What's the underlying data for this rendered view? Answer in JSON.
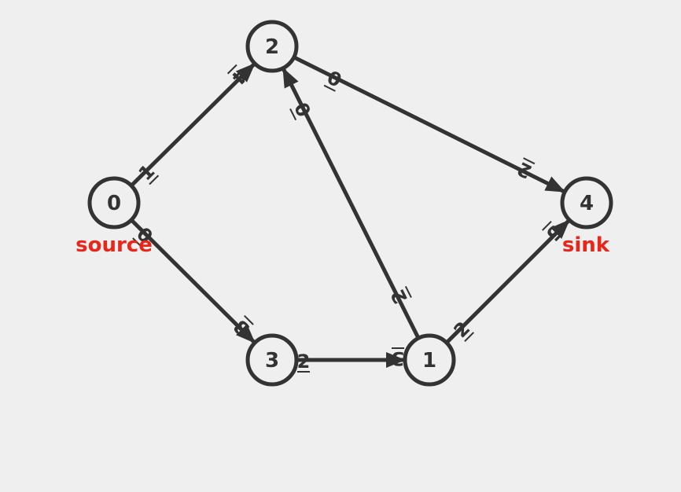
{
  "graph": {
    "nodes": [
      {
        "id": "0",
        "label": "0",
        "tag": "source"
      },
      {
        "id": "1",
        "label": "1",
        "tag": ""
      },
      {
        "id": "2",
        "label": "2",
        "tag": ""
      },
      {
        "id": "3",
        "label": "3",
        "tag": ""
      },
      {
        "id": "4",
        "label": "4",
        "tag": "sink"
      }
    ],
    "edges": [
      {
        "from": "0",
        "to": "2",
        "label": "1"
      },
      {
        "from": "2",
        "to": "0",
        "label": "4"
      },
      {
        "from": "0",
        "to": "3",
        "label": "0"
      },
      {
        "from": "3",
        "to": "0",
        "label": "3"
      },
      {
        "from": "1",
        "to": "2",
        "label": "2"
      },
      {
        "from": "2",
        "to": "1",
        "label": "0"
      },
      {
        "from": "2",
        "to": "4",
        "label": "0"
      },
      {
        "from": "4",
        "to": "2",
        "label": "2"
      },
      {
        "from": "3",
        "to": "1",
        "label": "2"
      },
      {
        "from": "1",
        "to": "3",
        "label": "3"
      },
      {
        "from": "1",
        "to": "4",
        "label": "2"
      },
      {
        "from": "4",
        "to": "1",
        "label": "5"
      }
    ],
    "colors": {
      "stroke": "#333333",
      "node_fill": "#efefef",
      "tag": "#e8261a",
      "background": "#efefef"
    }
  }
}
